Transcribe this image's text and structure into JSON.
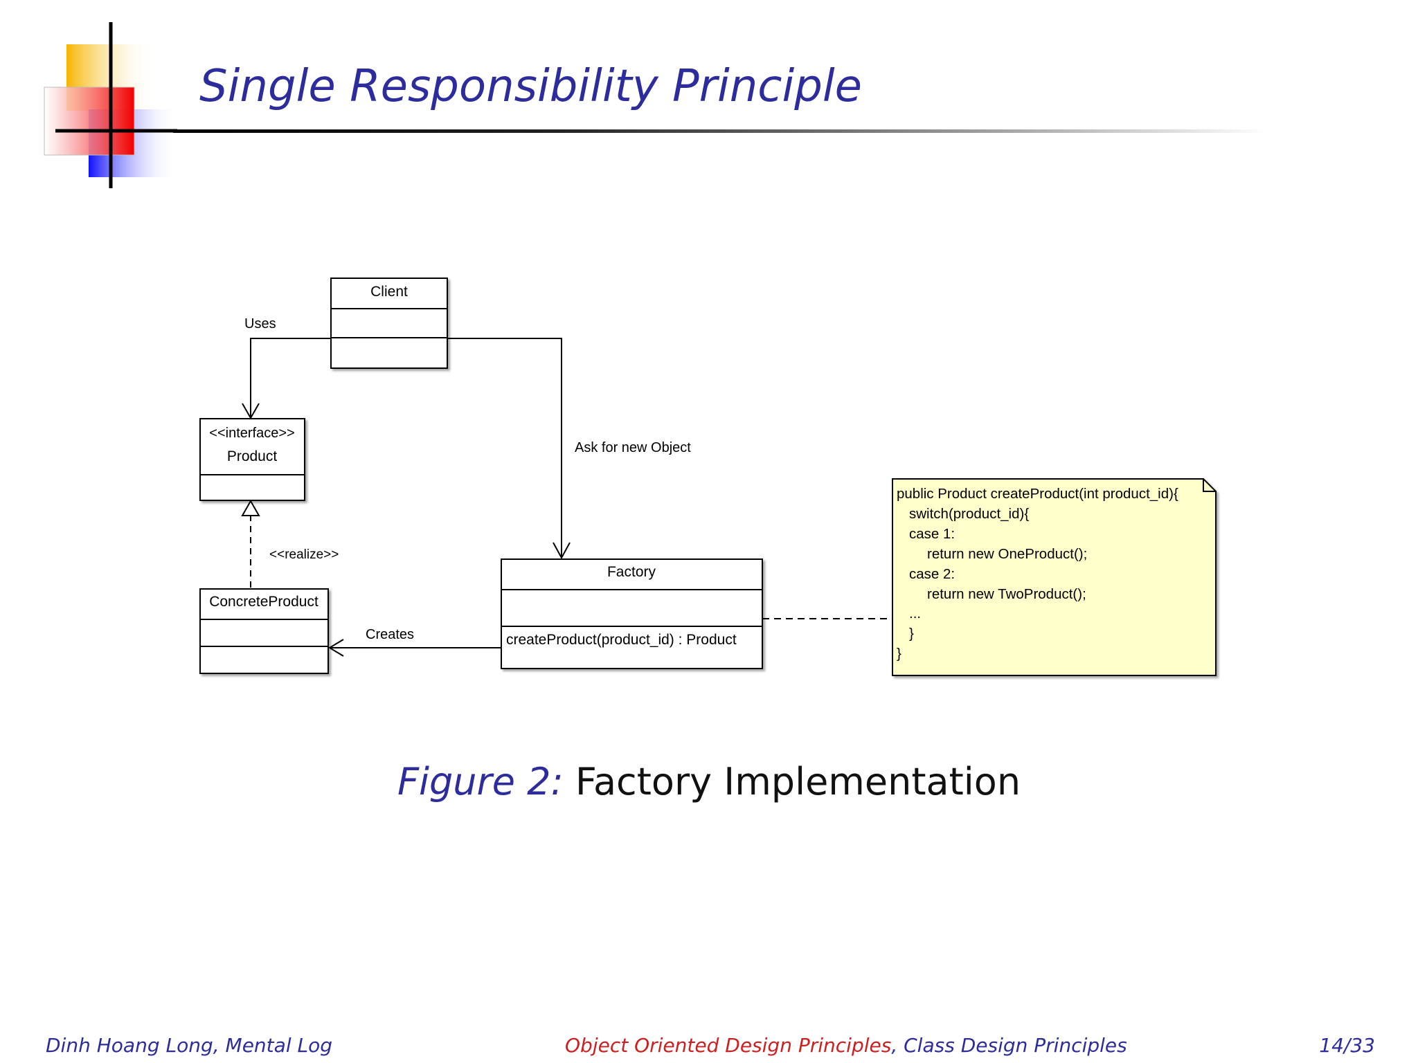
{
  "slide": {
    "title": "Single Responsibility Principle"
  },
  "diagram": {
    "classes": {
      "client": {
        "name": "Client"
      },
      "product": {
        "stereotype": "<<interface>>",
        "name": "Product"
      },
      "concrete": {
        "name": "ConcreteProduct"
      },
      "factory": {
        "name": "Factory",
        "method": "createProduct(product_id) : Product"
      }
    },
    "edges": {
      "uses": "Uses",
      "ask": "Ask for new Object",
      "realize": "<<realize>>",
      "creates": "Creates"
    },
    "note": {
      "lines": [
        "public Product createProduct(int product_id){",
        "switch(product_id){",
        "case 1:",
        "return new OneProduct();",
        "case 2:",
        "return new TwoProduct();",
        "...",
        "}",
        "}"
      ]
    }
  },
  "caption": {
    "label": "Figure 2:",
    "text": "Factory Implementation"
  },
  "footer": {
    "author": "Dinh Hoang Long, Mental Log",
    "section_red": "Object Oriented Design Principles",
    "separator": ",",
    "section_blue": "Class Design Principles",
    "page": "14/33"
  },
  "colors": {
    "title_blue": "#2c2c9c",
    "footer_red": "#cc1f1f",
    "note_fill": "#ffffcc"
  }
}
